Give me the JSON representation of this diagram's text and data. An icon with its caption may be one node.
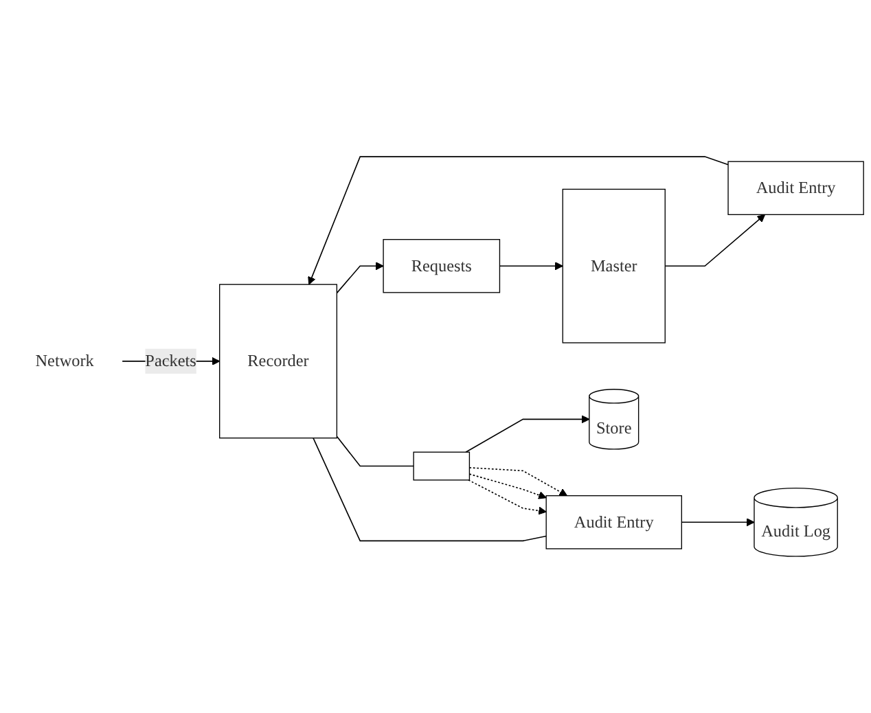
{
  "diagram": {
    "nodes": [
      {
        "text": [
          "Network"
        ]
      },
      {
        "text": [
          "Recorder"
        ]
      },
      {
        "text": [
          "Requests"
        ]
      },
      {
        "text": [
          "Master"
        ]
      },
      {
        "text": [
          "Audit Entry"
        ]
      },
      {
        "text": [],
        "shape": "box"
      },
      {
        "text": [
          "Audit Entry"
        ]
      },
      {
        "text": [
          "Store"
        ]
      },
      {
        "text": [
          "Audit Log"
        ]
      }
    ],
    "edges": [
      {
        "from": 0,
        "to": 1,
        "arrow": "to",
        "label": "Packets"
      },
      {
        "from": 1,
        "to": 2,
        "arrow": "to"
      },
      {
        "from": 2,
        "to": 3,
        "arrow": "to"
      },
      {
        "from": 3,
        "to": 4,
        "arrow": "to"
      },
      {
        "from": 4,
        "to": 1,
        "arrow": "to"
      },
      {
        "from": 1,
        "to": 5,
        "arrow": "none"
      },
      {
        "from": 1,
        "to": 6,
        "arrow": "none"
      },
      {
        "from": 5,
        "to": 6,
        "arrow": "to",
        "style": "dashed"
      },
      {
        "from": 5,
        "to": 6,
        "arrow": "to",
        "style": "dashed"
      },
      {
        "from": 5,
        "to": 6,
        "arrow": "to",
        "style": "dashed"
      },
      {
        "from": 5,
        "to": 7,
        "arrow": "to"
      },
      {
        "from": 6,
        "to": 8,
        "arrow": "to"
      }
    ]
  }
}
